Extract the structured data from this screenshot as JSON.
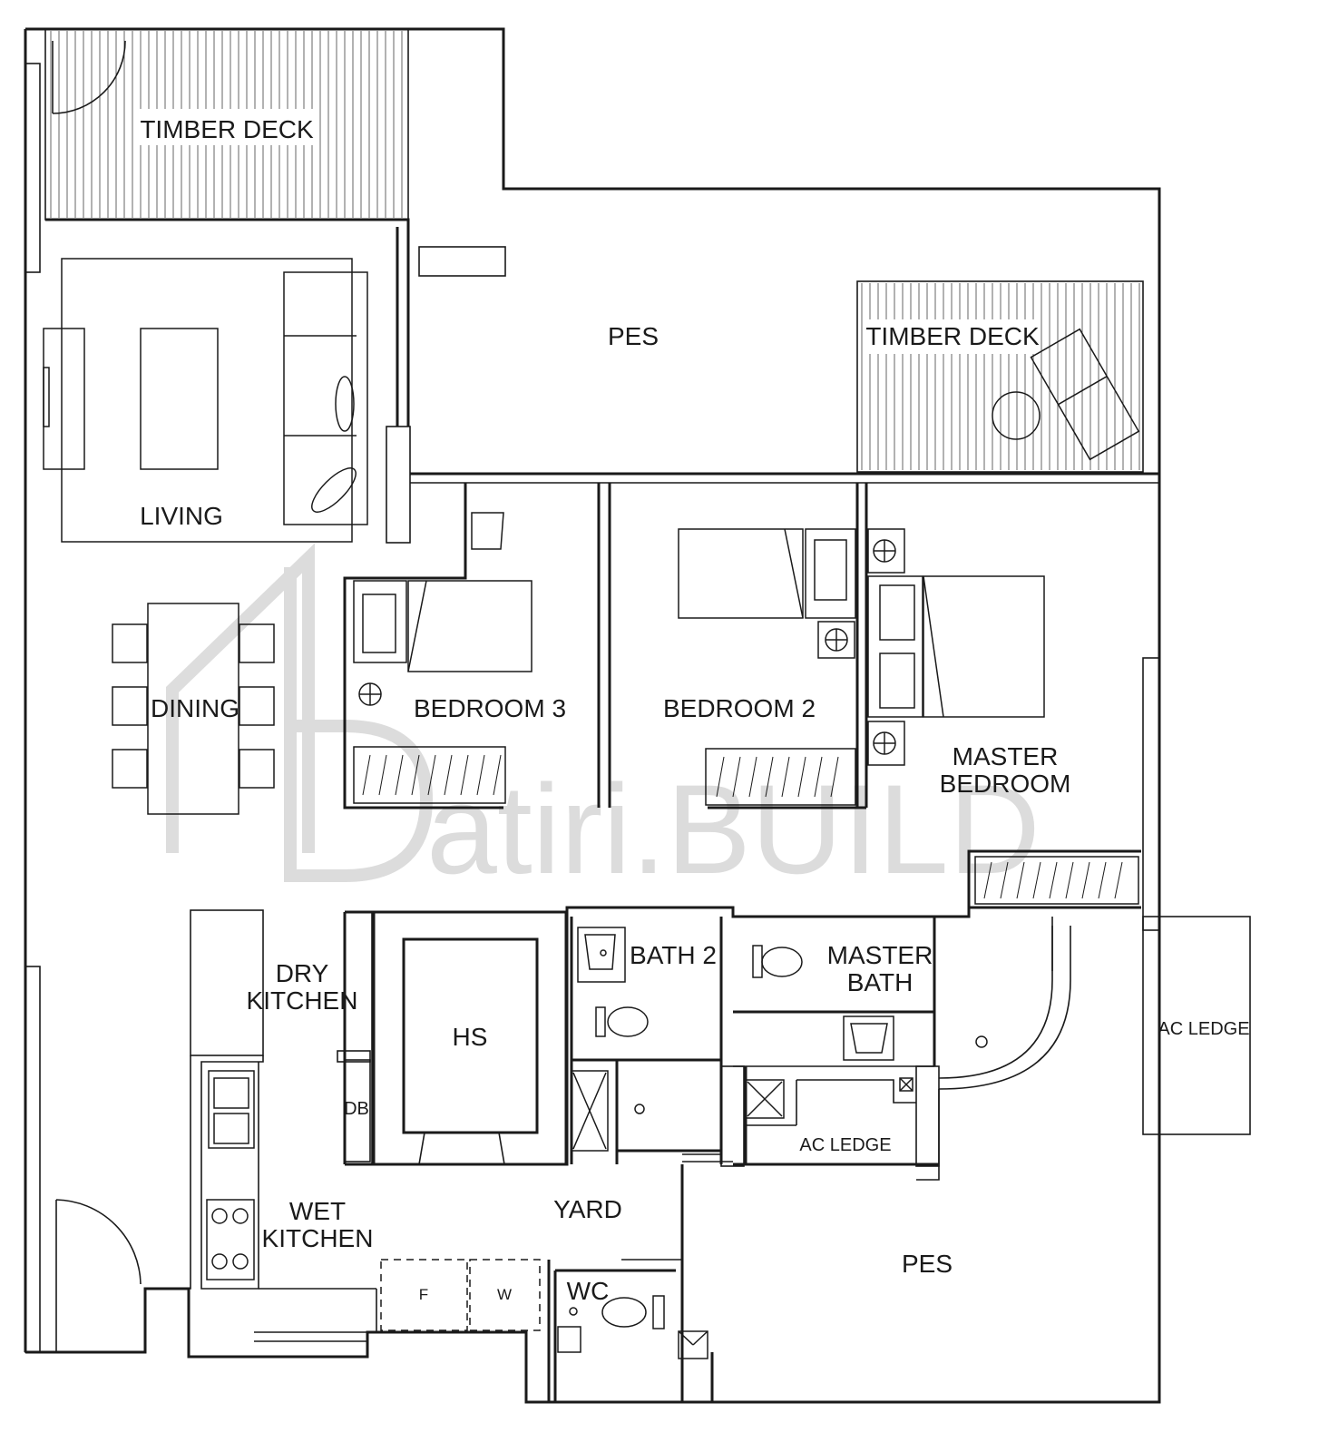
{
  "rooms": {
    "timber_deck_top": "TIMBER DECK",
    "timber_deck_right": "TIMBER DECK",
    "pes_top": "PES",
    "pes_bottom": "PES",
    "living": "LIVING",
    "dining": "DINING",
    "bedroom3": "BEDROOM 3",
    "bedroom2": "BEDROOM 2",
    "master_bedroom_l1": "MASTER",
    "master_bedroom_l2": "BEDROOM",
    "dry_kitchen_l1": "DRY",
    "dry_kitchen_l2": "KITCHEN",
    "hs": "HS",
    "db": "DB",
    "bath2": "BATH 2",
    "master_bath_l1": "MASTER",
    "master_bath_l2": "BATH",
    "ac_ledge_right": "AC LEDGE",
    "ac_ledge_mid": "AC LEDGE",
    "wet_kitchen_l1": "WET",
    "wet_kitchen_l2": "KITCHEN",
    "yard": "YARD",
    "wc": "WC",
    "fridge": "F",
    "washer": "W"
  },
  "watermark": "atiri.BUILD"
}
